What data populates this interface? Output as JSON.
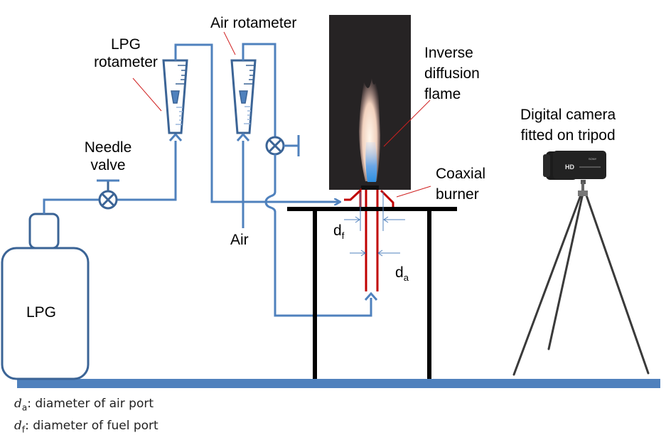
{
  "diagram": {
    "title": "Inverse diffusion flame experimental setup",
    "labels": {
      "lpg_rotameter": [
        "LPG",
        "rotameter"
      ],
      "air_rotameter": "Air rotameter",
      "needle_valve": [
        "Needle",
        "valve"
      ],
      "air_inlet": "Air",
      "lpg_cylinder": "LPG",
      "flame": [
        "Inverse",
        "diffusion",
        "flame"
      ],
      "burner": [
        "Coaxial",
        "burner"
      ],
      "camera": [
        "Digital camera",
        "fitted on tripod"
      ],
      "dim_fuel": "d",
      "dim_fuel_sub": "f",
      "dim_air": "d",
      "dim_air_sub": "a"
    },
    "legend": [
      {
        "symbol": "d",
        "subscript": "a",
        "text": ": diameter of air port"
      },
      {
        "symbol": "d",
        "subscript": "f",
        "text": ": diameter of fuel port"
      }
    ],
    "camera_brand": "SONY",
    "camera_badge": "HD",
    "colors": {
      "pipe": "#4f81bd",
      "outline": "#3b6496",
      "burner": "#c00000",
      "stand": "#000000",
      "leader": "#d02020",
      "ground": "#4f81bd",
      "flame_bg": "#262324"
    }
  }
}
